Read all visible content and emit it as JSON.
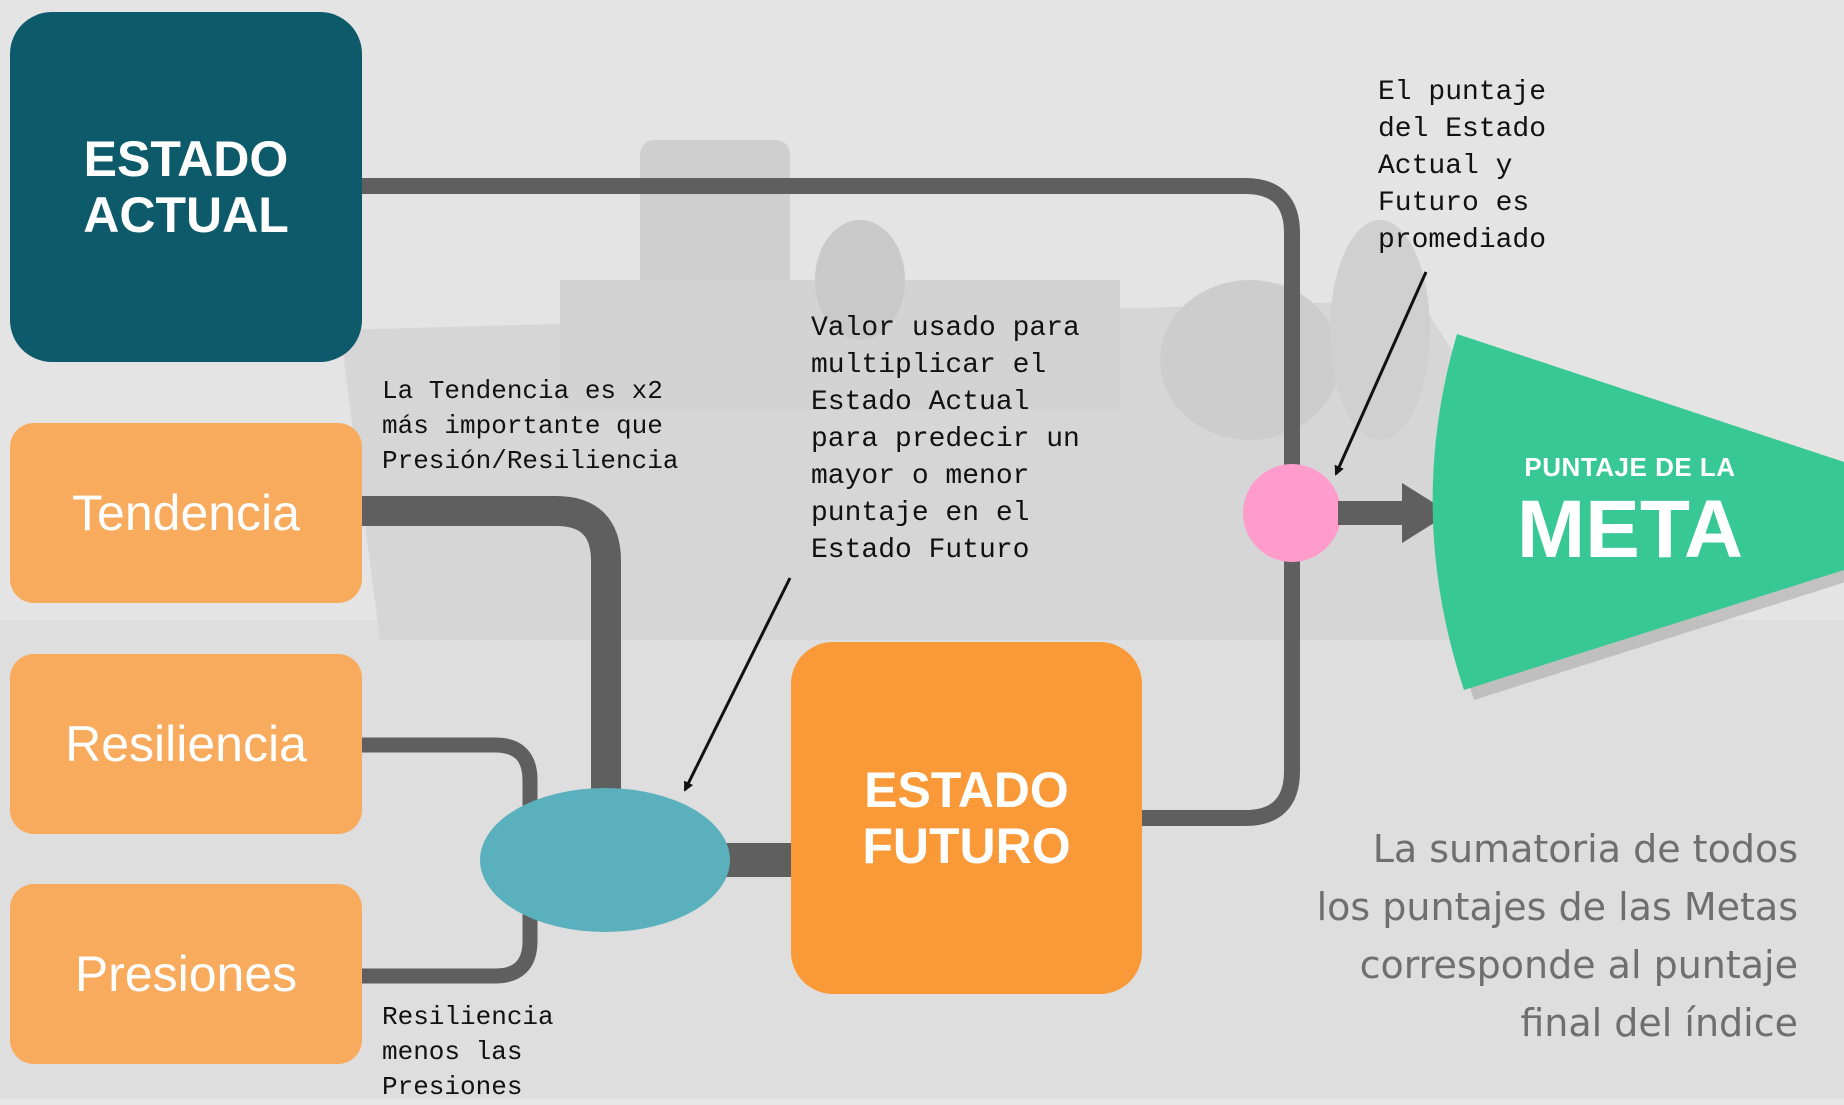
{
  "boxes": {
    "estado_actual": "ESTADO\nACTUAL",
    "tendencia": "Tendencia",
    "resiliencia": "Resiliencia",
    "presiones": "Presiones",
    "estado_futuro": "ESTADO\nFUTURO"
  },
  "goal": {
    "small_label": "PUNTAJE DE LA",
    "big_label": "META"
  },
  "notes": {
    "tendencia_weight": "La Tendencia es x2\nmás importante que\nPresión/Resiliencia",
    "valor_usado": "Valor usado para\nmultiplicar el\nEstado Actual\npara predecir un\nmayor o menor\npuntaje en el\nEstado Futuro",
    "promediado": "El puntaje\ndel Estado\nActual y\nFuturo es\npromediado",
    "resiliencia_menos": "Resiliencia\nmenos las\nPresiones"
  },
  "summary": "La sumatoria de todos\nlos puntajes de las Metas\ncorresponde al puntaje\nfinal del índice",
  "colors": {
    "estado_actual": "#0d5a6a",
    "orange_inputs": "#f8aa5d",
    "estado_futuro": "#fa9937",
    "teal_node": "#5ab1bd",
    "pink_node": "#ff9ccc",
    "goal_green": "#37c895",
    "connector": "#5f5f5f"
  }
}
